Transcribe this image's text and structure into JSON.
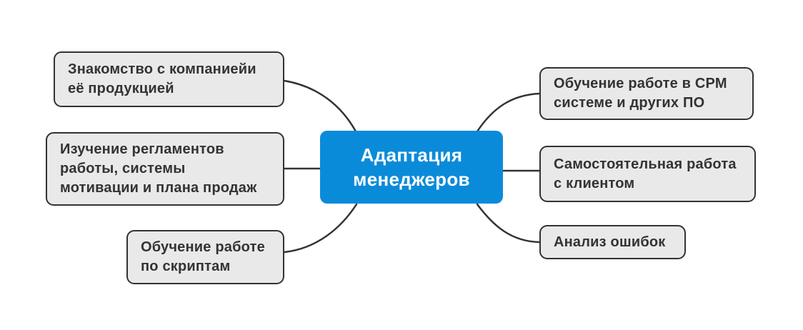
{
  "diagram": {
    "type": "mindmap",
    "center": {
      "label": "Адаптация\nменеджеров"
    },
    "left_nodes": [
      {
        "label": "Знакомство с компаниейи\nеё продукцией"
      },
      {
        "label": "Изучение регламентов\nработы, системы\nмотивации и плана продаж"
      },
      {
        "label": "Обучение работе\nпо скриптам"
      }
    ],
    "right_nodes": [
      {
        "label": "Обучение работе в СРМ\nсистеме и других ПО"
      },
      {
        "label": "Самостоятельная работа\nс клиентом"
      },
      {
        "label": "Анализ ошибок"
      }
    ],
    "colors": {
      "background": "#ffffff",
      "node_fill": "#e9e9e9",
      "node_border": "#333333",
      "node_text": "#333333",
      "center_fill": "#0a8bd9",
      "center_text": "#ffffff",
      "connector": "#333333"
    }
  }
}
